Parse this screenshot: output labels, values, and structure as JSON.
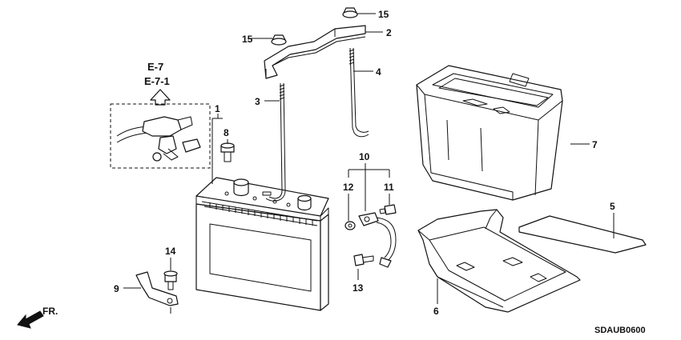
{
  "diagram": {
    "reference_codes": [
      "E-7",
      "E-7-1"
    ],
    "front_label": "FR.",
    "drawing_code": "SDAUB0600",
    "callouts": [
      "1",
      "2",
      "3",
      "4",
      "5",
      "6",
      "7",
      "8",
      "9",
      "10",
      "11",
      "12",
      "13",
      "14",
      "15",
      "15"
    ]
  }
}
